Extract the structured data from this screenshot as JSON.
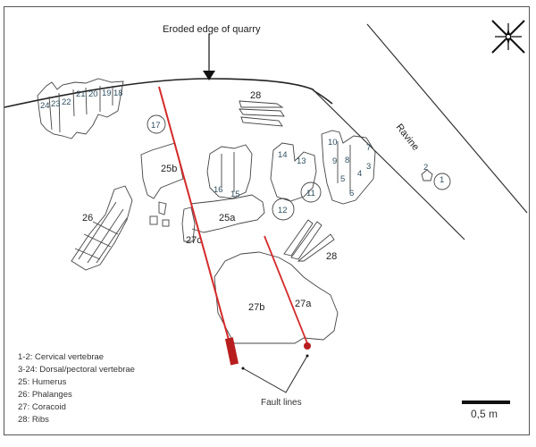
{
  "annotations": {
    "quarry_edge": "Eroded edge of quarry",
    "ravine": "Ravine",
    "fault_lines": "Fault lines",
    "scale": "0,5 m"
  },
  "bone_labels": {
    "v24": "24",
    "v23": "23",
    "v22": "22",
    "v21": "21",
    "v20": "20",
    "v19": "19",
    "v18": "18",
    "v17": "17",
    "v16": "16",
    "v15": "15",
    "v14": "14",
    "v13": "13",
    "v12": "12",
    "v11": "11",
    "v10": "10",
    "v9": "9",
    "v8": "8",
    "v7": "7",
    "v6": "6",
    "v5": "5",
    "v4": "4",
    "v3": "3",
    "v2": "2",
    "v1": "1",
    "humerus_a": "25a",
    "humerus_b": "25b",
    "phalanges": "26",
    "coracoid_a": "27a",
    "coracoid_b": "27b",
    "coracoid_c": "27c",
    "ribs_top": "28",
    "ribs_right": "28"
  },
  "legend": [
    "1-2: Cervical vertebrae",
    "3-24: Dorsal/pectoral vertebrae",
    "25: Humerus",
    "26: Phalanges",
    "27: Coracoid",
    "28: Ribs"
  ],
  "compass": {
    "icon": "compass-rose-icon"
  },
  "colors": {
    "fault": "#d42a2a",
    "line": "#333333",
    "vertebra_label": "#2f4f60"
  }
}
